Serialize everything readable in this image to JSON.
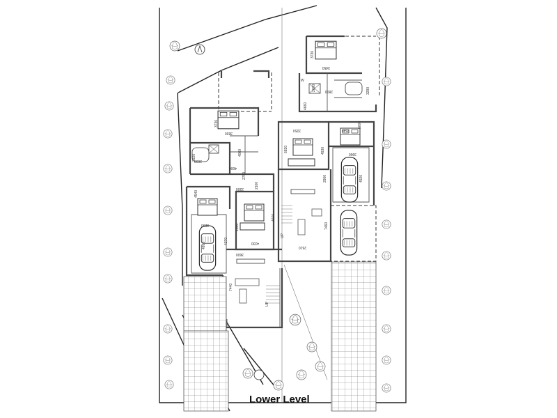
{
  "caption": "Lower Level",
  "unit_left": {
    "dimensions": [
      "3730",
      "3830",
      "2920",
      "4060",
      "3690",
      "4000",
      "3300",
      "2750",
      "3290",
      "4540",
      "4330",
      "4950",
      "1030",
      "4660",
      "7440",
      "3600",
      "4370",
      "2100"
    ]
  },
  "unit_right": {
    "dimensions": [
      "3730",
      "3450",
      "2000",
      "2800",
      "3290",
      "4660",
      "3250",
      "5000",
      "2640",
      "3960",
      "6820",
      "4930",
      "4920",
      "2900",
      "2610",
      "7460"
    ]
  },
  "markers": [
    "W",
    "UP",
    "UP"
  ],
  "north": "N"
}
